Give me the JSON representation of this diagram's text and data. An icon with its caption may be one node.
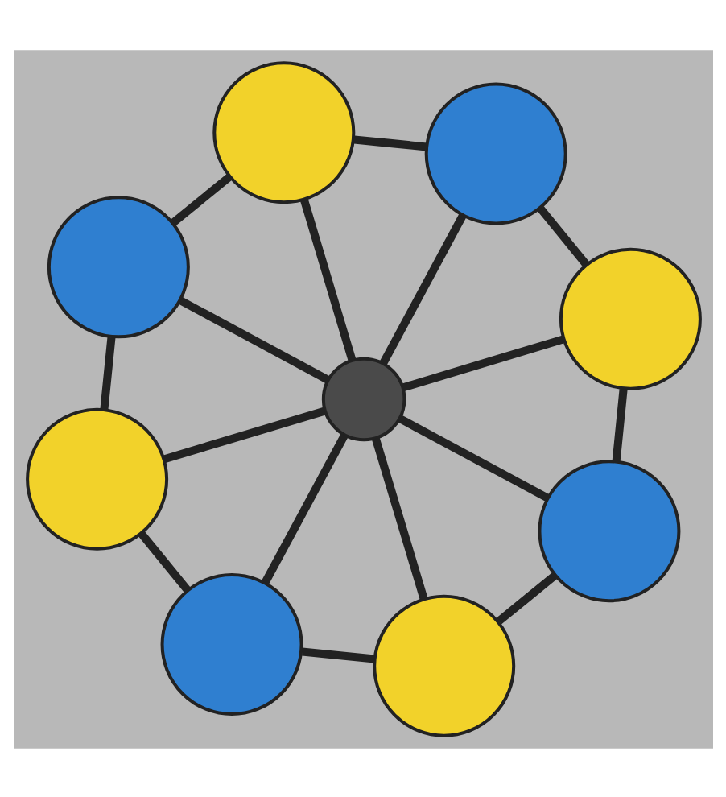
{
  "diagram": {
    "nodes": [
      {
        "text": [],
        "shape": "circle"
      },
      {
        "text": [],
        "shape": "circle"
      },
      {
        "text": [],
        "shape": "circle"
      },
      {
        "text": [],
        "shape": "circle"
      },
      {
        "text": [],
        "shape": "circle"
      },
      {
        "text": [],
        "shape": "circle"
      },
      {
        "text": [],
        "shape": "circle"
      },
      {
        "text": [],
        "shape": "circle"
      },
      {
        "text": [],
        "shape": "circle"
      }
    ],
    "edges": [
      {
        "from": 0,
        "to": 1,
        "arrow": "none"
      },
      {
        "from": 0,
        "to": 2,
        "arrow": "none"
      },
      {
        "from": 1,
        "to": 4,
        "arrow": "none"
      },
      {
        "from": 2,
        "to": 5,
        "arrow": "none"
      },
      {
        "from": 4,
        "to": 6,
        "arrow": "none"
      },
      {
        "from": 5,
        "to": 7,
        "arrow": "none"
      },
      {
        "from": 6,
        "to": 8,
        "arrow": "none"
      },
      {
        "from": 7,
        "to": 8,
        "arrow": "none"
      },
      {
        "from": 3,
        "to": 0,
        "arrow": "none"
      },
      {
        "from": 3,
        "to": 1,
        "arrow": "none"
      },
      {
        "from": 3,
        "to": 2,
        "arrow": "none"
      },
      {
        "from": 3,
        "to": 4,
        "arrow": "none"
      },
      {
        "from": 3,
        "to": 5,
        "arrow": "none"
      },
      {
        "from": 3,
        "to": 6,
        "arrow": "none"
      },
      {
        "from": 3,
        "to": 7,
        "arrow": "none"
      },
      {
        "from": 3,
        "to": 8,
        "arrow": "none"
      }
    ]
  }
}
